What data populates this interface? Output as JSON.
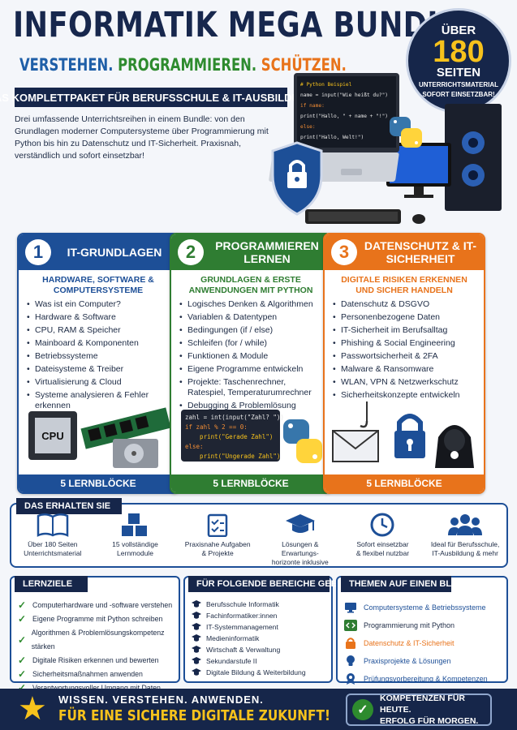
{
  "header": {
    "title": "INFORMATIK MEGA BUNDLE",
    "subtitle_1": "VERSTEHEN.",
    "subtitle_2": "PROGRAMMIEREN.",
    "subtitle_3": "SCHÜTZEN.",
    "tagline": "DAS KOMPLETTPAKET FÜR BERUFSSCHULE & IT-AUSBILDUNG",
    "intro": "Drei umfassende Unterrichtsreihen in einem Bundle: von den Grundlagen moderner Computersysteme über Programmierung mit Python bis hin zu Datenschutz und IT-Sicherheit. Praxisnah, verständlich und sofort einsetzbar!"
  },
  "badge": {
    "line1": "ÜBER",
    "line2": "180",
    "line3": "SEITEN",
    "line4a": "UNTERRICHTSMATERIAL",
    "line4b": "SOFORT EINSETZBAR!"
  },
  "hero": {
    "code_lines": [
      "# Python Beispiel",
      "name = input(\"Wie heißt du?\")",
      "if name:",
      "    print(\"Hallo, \" + name + \"!\")",
      "else:",
      "    print(\"Hallo, Welt!\")"
    ]
  },
  "columns": [
    {
      "num": "1",
      "title": "IT-GRUNDLAGEN",
      "subtitle": "HARDWARE, SOFTWARE & COMPUTERSYSTEME",
      "items": [
        "Was ist ein Computer?",
        "Hardware & Software",
        "CPU, RAM & Speicher",
        "Mainboard & Komponenten",
        "Betriebssysteme",
        "Dateisysteme & Treiber",
        "Virtualisierung & Cloud",
        "Systeme analysieren & Fehler erkennen"
      ],
      "chip_label": "CPU",
      "footer": "5 LERNBLÖCKE"
    },
    {
      "num": "2",
      "title": "PROGRAMMIEREN LERNEN",
      "subtitle": "GRUNDLAGEN & ERSTE ANWENDUNGEN MIT PYTHON",
      "items": [
        "Logisches Denken & Algorithmen",
        "Variablen & Datentypen",
        "Bedingungen (if / else)",
        "Schleifen (for / while)",
        "Funktionen & Module",
        "Eigene Programme entwickeln",
        "Projekte: Taschenrechner, Ratespiel, Temperaturumrechner",
        "Debugging & Problemlösung"
      ],
      "code_lines": [
        "zahl = int(input(\"Zahl? \"))",
        "if zahl % 2 == 0:",
        "    print(\"Gerade Zahl\")",
        "else:",
        "    print(\"Ungerade Zahl\")"
      ],
      "footer": "5 LERNBLÖCKE"
    },
    {
      "num": "3",
      "title": "DATENSCHUTZ & IT-SICHERHEIT",
      "subtitle": "DIGITALE RISIKEN ERKENNEN UND SICHER HANDELN",
      "items": [
        "Datenschutz & DSGVO",
        "Personenbezogene Daten",
        "IT-Sicherheit im Berufsalltag",
        "Phishing & Social Engineering",
        "Passwortsicherheit & 2FA",
        "Malware & Ransomware",
        "WLAN, VPN & Netzwerkschutz",
        "Sicherheitskonzepte entwickeln"
      ],
      "footer": "5 LERNBLÖCKE"
    }
  ],
  "receive": {
    "label": "DAS ERHALTEN SIE",
    "items": [
      {
        "line1": "Über 180 Seiten",
        "line2": "Unterrichtsmaterial",
        "icon": "book-icon"
      },
      {
        "line1": "15 vollständige",
        "line2": "Lernmodule",
        "icon": "cubes-icon"
      },
      {
        "line1": "Praxisnahe Aufgaben",
        "line2": "& Projekte",
        "icon": "checklist-icon"
      },
      {
        "line1": "Lösungen & Erwartungs-",
        "line2": "horizonte inklusive",
        "icon": "graduation-cap-icon"
      },
      {
        "line1": "Sofort einsetzbar",
        "line2": "& flexibel nutzbar",
        "icon": "clock-icon"
      },
      {
        "line1": "Ideal für Berufsschule,",
        "line2": "IT-Ausbildung & mehr",
        "icon": "group-icon"
      }
    ]
  },
  "goals": {
    "label": "LERNZIELE",
    "items": [
      "Computerhardware und -software verstehen",
      "Eigene Programme mit Python schreiben",
      "Algorithmen & Problemlösungskompetenz stärken",
      "Digitale Risiken erkennen und bewerten",
      "Sicherheitsmaßnahmen anwenden",
      "Verantwortungsvoller Umgang mit Daten"
    ]
  },
  "areas": {
    "label": "FÜR FOLGENDE BEREICHE GEEIGNET",
    "items": [
      "Berufsschule Informatik",
      "Fachinformatiker:innen",
      "IT-Systemmanagement",
      "Medieninformatik",
      "Wirtschaft & Verwaltung",
      "Sekundarstufe II",
      "Digitale Bildung & Weiterbildung"
    ]
  },
  "topics": {
    "label": "THEMEN AUF EINEN BLICK",
    "items": [
      {
        "text": "Computersysteme & Betriebssysteme",
        "icon": "monitor-icon",
        "color": "#1d4f97"
      },
      {
        "text": "Programmierung mit Python",
        "icon": "code-icon",
        "color": "#2f7d32"
      },
      {
        "text": "Datenschutz & IT-Sicherheit",
        "icon": "lock-icon",
        "color": "#e8731b"
      },
      {
        "text": "Praxisprojekte & Lösungen",
        "icon": "lightbulb-icon",
        "color": "#1d4f97"
      },
      {
        "text": "Prüfungsvorbereitung & Kompetenzen",
        "icon": "award-icon",
        "color": "#1d4f97"
      }
    ]
  },
  "footer": {
    "line1": "WISSEN. VERSTEHEN. ANWENDEN.",
    "line2": "FÜR EINE SICHERE DIGITALE ZUKUNFT!",
    "box_line1": "KOMPETENZEN FÜR HEUTE.",
    "box_line2": "ERFOLG FÜR MORGEN."
  },
  "colors": {
    "navy": "#16264a",
    "blue": "#1d4f97",
    "green": "#2f7d32",
    "orange": "#e8731b",
    "yellow": "#f7c21c"
  }
}
